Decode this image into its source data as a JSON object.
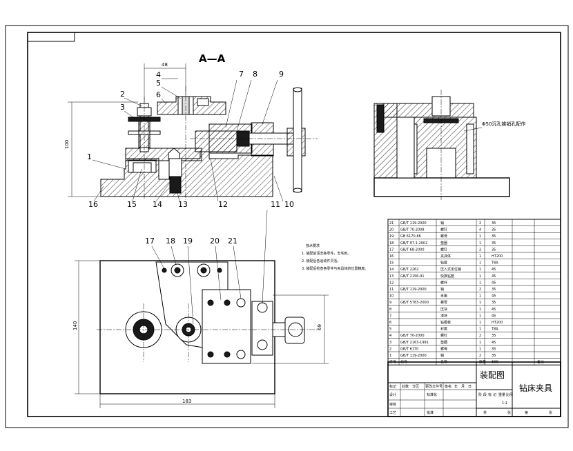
{
  "section_title": "A—A",
  "dimensions": {
    "top_width": "48",
    "height": "100",
    "plan_height": "140",
    "plan_width": "183",
    "right_height": "69"
  },
  "side_note": "Φ50沉孔锥销孔配作",
  "part_callouts": [
    "1",
    "2",
    "3",
    "4",
    "5",
    "6",
    "7",
    "8",
    "9",
    "10",
    "11",
    "12",
    "13",
    "14",
    "15",
    "16",
    "17",
    "18",
    "19",
    "20",
    "21"
  ],
  "notes_heading": "技术要求",
  "notes": [
    "1. 装配前清洗各零件，去毛刺。",
    "2. 装配后各运动件灵活。",
    "3. 装配后检查各零件与夹具体的位置精度。"
  ],
  "bom_rows": [
    [
      "21",
      "GB/T 119-2000",
      "销",
      "2",
      "35",
      ""
    ],
    [
      "20",
      "GB/T 70-2008",
      "螺钉",
      "4",
      "35",
      ""
    ],
    [
      "19",
      "GB 6170-86",
      "螺母",
      "1",
      "35",
      ""
    ],
    [
      "18",
      "GB/T 97.1-2002",
      "垫圈",
      "1",
      "35",
      ""
    ],
    [
      "17",
      "GB/T 68-2000",
      "螺钉",
      "2",
      "35",
      ""
    ],
    [
      "16",
      "",
      "夹具体",
      "1",
      "HT200",
      ""
    ],
    [
      "15",
      "",
      "钻套",
      "1",
      "T8A",
      ""
    ],
    [
      "14",
      "GB/T 2262",
      "压入式定位销",
      "1",
      "45",
      ""
    ],
    [
      "13",
      "GB/T 2156-91",
      "快换钻套",
      "1",
      "45",
      ""
    ],
    [
      "12",
      "",
      "螺杆",
      "1",
      "45",
      ""
    ],
    [
      "11",
      "GB/T 119-2000",
      "销",
      "2",
      "35",
      ""
    ],
    [
      "10",
      "",
      "支座",
      "1",
      "45",
      ""
    ],
    [
      "9",
      "GB/T 5783-2000",
      "螺母",
      "1",
      "35",
      ""
    ],
    [
      "8",
      "",
      "压块",
      "1",
      "45",
      ""
    ],
    [
      "7",
      "",
      "滑块",
      "1",
      "45",
      ""
    ],
    [
      "6",
      "",
      "钻模板",
      "1",
      "HT200",
      ""
    ],
    [
      "5",
      "",
      "衬套",
      "1",
      "T8A",
      ""
    ],
    [
      "4",
      "GB/T 70-2000",
      "螺钉",
      "2",
      "35",
      ""
    ],
    [
      "3",
      "GB/T 2163-1991",
      "垫圈",
      "1",
      "45",
      ""
    ],
    [
      "2",
      "GB/T 6170",
      "螺母",
      "1",
      "35",
      ""
    ],
    [
      "1",
      "GB/T 119-2000",
      "销",
      "2",
      "35",
      ""
    ]
  ],
  "bom_header": [
    "序号",
    "代号",
    "名称",
    "数量",
    "材料",
    "备注"
  ],
  "title_block": {
    "drawing_name": "装配图",
    "product_name": "钻床夹具",
    "scale": "1:1",
    "row_labels": [
      "标记",
      "处数",
      "分区",
      "更改文件号",
      "签名",
      "年",
      "月",
      "日"
    ],
    "left_labels": [
      "设计",
      "审核",
      "工艺"
    ],
    "mid_labels": [
      "标准化",
      "",
      "批准"
    ],
    "stage_labels": [
      "阶",
      "段",
      "标",
      "记",
      "重量",
      "比例"
    ],
    "footer": [
      "共",
      "张",
      "第",
      "张"
    ]
  }
}
